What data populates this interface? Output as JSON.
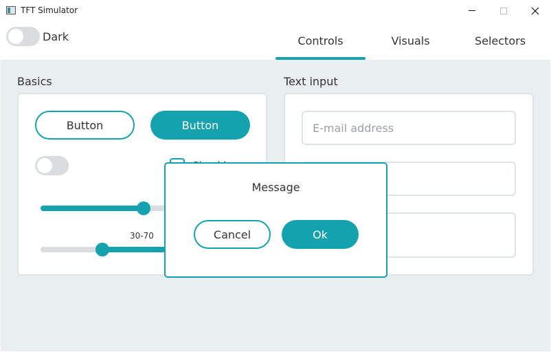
{
  "window": {
    "title": "TFT Simulator"
  },
  "header": {
    "dark_label": "Dark",
    "tabs": [
      {
        "label": "Controls",
        "active": true
      },
      {
        "label": "Visuals",
        "active": false
      },
      {
        "label": "Selectors",
        "active": false
      }
    ]
  },
  "basics": {
    "title": "Basics",
    "button_outline_label": "Button",
    "button_filled_label": "Button",
    "checkbox_label": "Checkbox",
    "slider_value_fraction": 0.5,
    "range_label": "30-70",
    "range_low_fraction": 0.3,
    "range_high_fraction": 0.7
  },
  "text_input": {
    "title": "Text input",
    "email_placeholder": "E-mail address",
    "password_placeholder": "",
    "textarea_placeholder": ""
  },
  "dialog": {
    "title": "Message",
    "cancel_label": "Cancel",
    "ok_label": "Ok"
  },
  "colors": {
    "accent": "#14a3ae",
    "background": "#e9eef1",
    "card_border": "#dde3e6",
    "track": "#dadde0"
  },
  "icons": [
    "app-icon",
    "minimize-icon",
    "maximize-icon",
    "close-icon"
  ]
}
